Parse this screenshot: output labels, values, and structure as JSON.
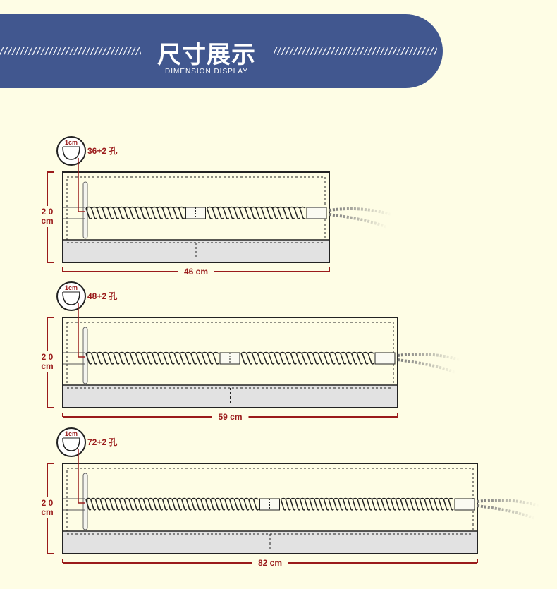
{
  "header": {
    "title": "尺寸展示",
    "subtitle": "DIMENSION DISPLAY"
  },
  "colors": {
    "banner": "#41578f",
    "background": "#fefde5",
    "dimension": "#9a1b1b",
    "outline": "#222222",
    "pocket": "#e2e2e2"
  },
  "products": [
    {
      "holes_label": "36+2 孔",
      "width_label": "46 cm",
      "height_value": "2 0",
      "height_unit": "cm",
      "detail_label": "1cm",
      "width_cm": 46,
      "height_cm": 20,
      "holes": 36,
      "extra_holes": 2
    },
    {
      "holes_label": "48+2 孔",
      "width_label": "59 cm",
      "height_value": "2 0",
      "height_unit": "cm",
      "detail_label": "1cm",
      "width_cm": 59,
      "height_cm": 20,
      "holes": 48,
      "extra_holes": 2
    },
    {
      "holes_label": "72+2 孔",
      "width_label": "82 cm",
      "height_value": "2 0",
      "height_unit": "cm",
      "detail_label": "1cm",
      "width_cm": 82,
      "height_cm": 20,
      "holes": 72,
      "extra_holes": 2
    }
  ]
}
